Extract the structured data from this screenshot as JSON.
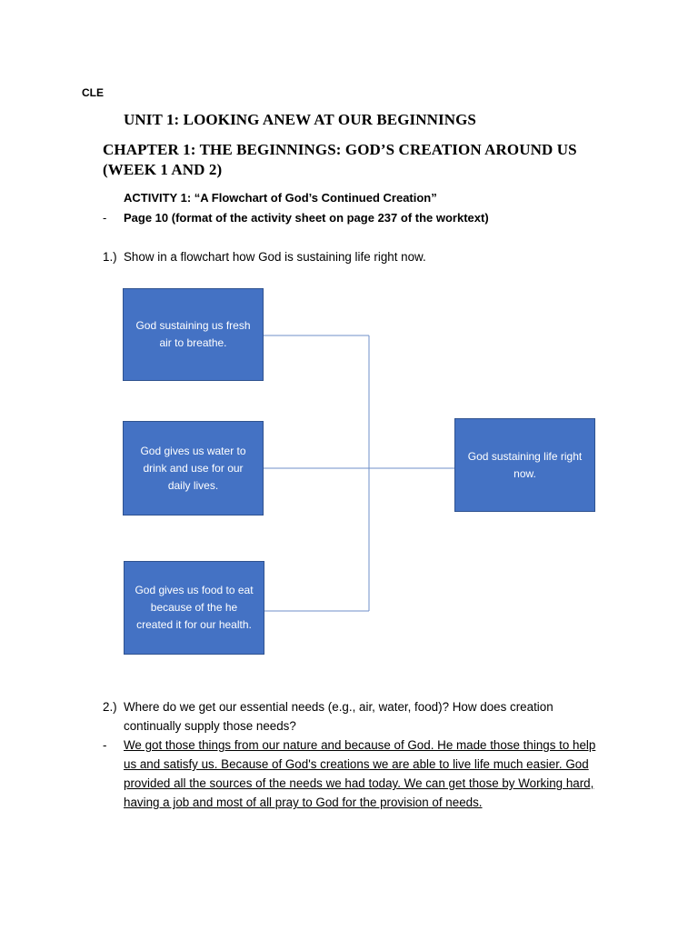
{
  "header": {
    "course": "CLE",
    "unit": "UNIT 1: LOOKING ANEW AT OUR BEGINNINGS",
    "chapter_line1": "CHAPTER 1: THE BEGINNINGS: GOD’S CREATION AROUND US",
    "chapter_line2": "(WEEK 1 AND 2)"
  },
  "activity": {
    "title": "ACTIVITY 1: “A Flowchart of God’s Continued Creation”",
    "bullet": "-",
    "page_ref": "Page 10 (format of the activity sheet on page 237 of the worktext)"
  },
  "question1": {
    "number": "1.)",
    "text": "Show in a flowchart how God is sustaining life right now."
  },
  "flowchart": {
    "box_color": "#4472c4",
    "sources": [
      "God sustaining us fresh air to breathe.",
      "God gives us water to drink and use for our daily lives.",
      "God gives us food to eat because of the he created it for our health."
    ],
    "target": "God sustaining life right now."
  },
  "question2": {
    "number": "2.)",
    "line1": "Where do we get our essential needs (e.g., air, water, food)? How does creation",
    "line2": "continually supply those needs?",
    "bullet": "-",
    "answer_lines": [
      "We got those things from our nature and because of God. He made those things to help",
      "us and satisfy us. Because of God's creations we are able to live life much easier. God",
      "provided all the sources of the needs we had today. We can get those by Working hard,",
      "having a job and most of all pray to God for the provision of needs."
    ]
  }
}
